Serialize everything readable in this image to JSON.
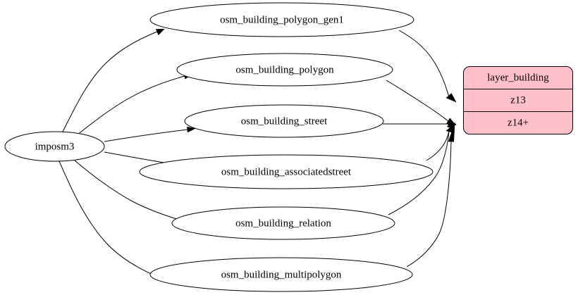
{
  "diagram": {
    "type": "directed-graph",
    "title": "",
    "background_color": "#ffffff",
    "edge_color": "#000000",
    "node_fill": "#ffffff",
    "record_fill": "#ffc0cb",
    "source_node": {
      "id": "imposm3",
      "label": "imposm3",
      "shape": "ellipse"
    },
    "tables": [
      {
        "id": "osm_building_polygon_gen1",
        "label": "osm_building_polygon_gen1"
      },
      {
        "id": "osm_building_polygon",
        "label": "osm_building_polygon"
      },
      {
        "id": "osm_building_street",
        "label": "osm_building_street"
      },
      {
        "id": "osm_building_associatedstreet",
        "label": "osm_building_associatedstreet"
      },
      {
        "id": "osm_building_relation",
        "label": "osm_building_relation"
      },
      {
        "id": "osm_building_multipolygon",
        "label": "osm_building_multipolygon"
      }
    ],
    "record_node": {
      "id": "layer_building",
      "shape": "record",
      "rows": [
        {
          "id": "title",
          "label": "layer_building"
        },
        {
          "id": "z13",
          "label": "z13"
        },
        {
          "id": "z14",
          "label": "z14+"
        }
      ]
    },
    "edges": [
      {
        "from": "imposm3",
        "to": "osm_building_polygon_gen1"
      },
      {
        "from": "imposm3",
        "to": "osm_building_polygon"
      },
      {
        "from": "imposm3",
        "to": "osm_building_street"
      },
      {
        "from": "imposm3",
        "to": "osm_building_associatedstreet"
      },
      {
        "from": "imposm3",
        "to": "osm_building_relation"
      },
      {
        "from": "imposm3",
        "to": "osm_building_multipolygon"
      },
      {
        "from": "osm_building_polygon_gen1",
        "to": "layer_building.z13"
      },
      {
        "from": "osm_building_polygon",
        "to": "layer_building.z14"
      },
      {
        "from": "osm_building_street",
        "to": "layer_building.z14"
      },
      {
        "from": "osm_building_associatedstreet",
        "to": "layer_building.z14"
      },
      {
        "from": "osm_building_relation",
        "to": "layer_building.z14"
      },
      {
        "from": "osm_building_multipolygon",
        "to": "layer_building.z14"
      }
    ]
  }
}
